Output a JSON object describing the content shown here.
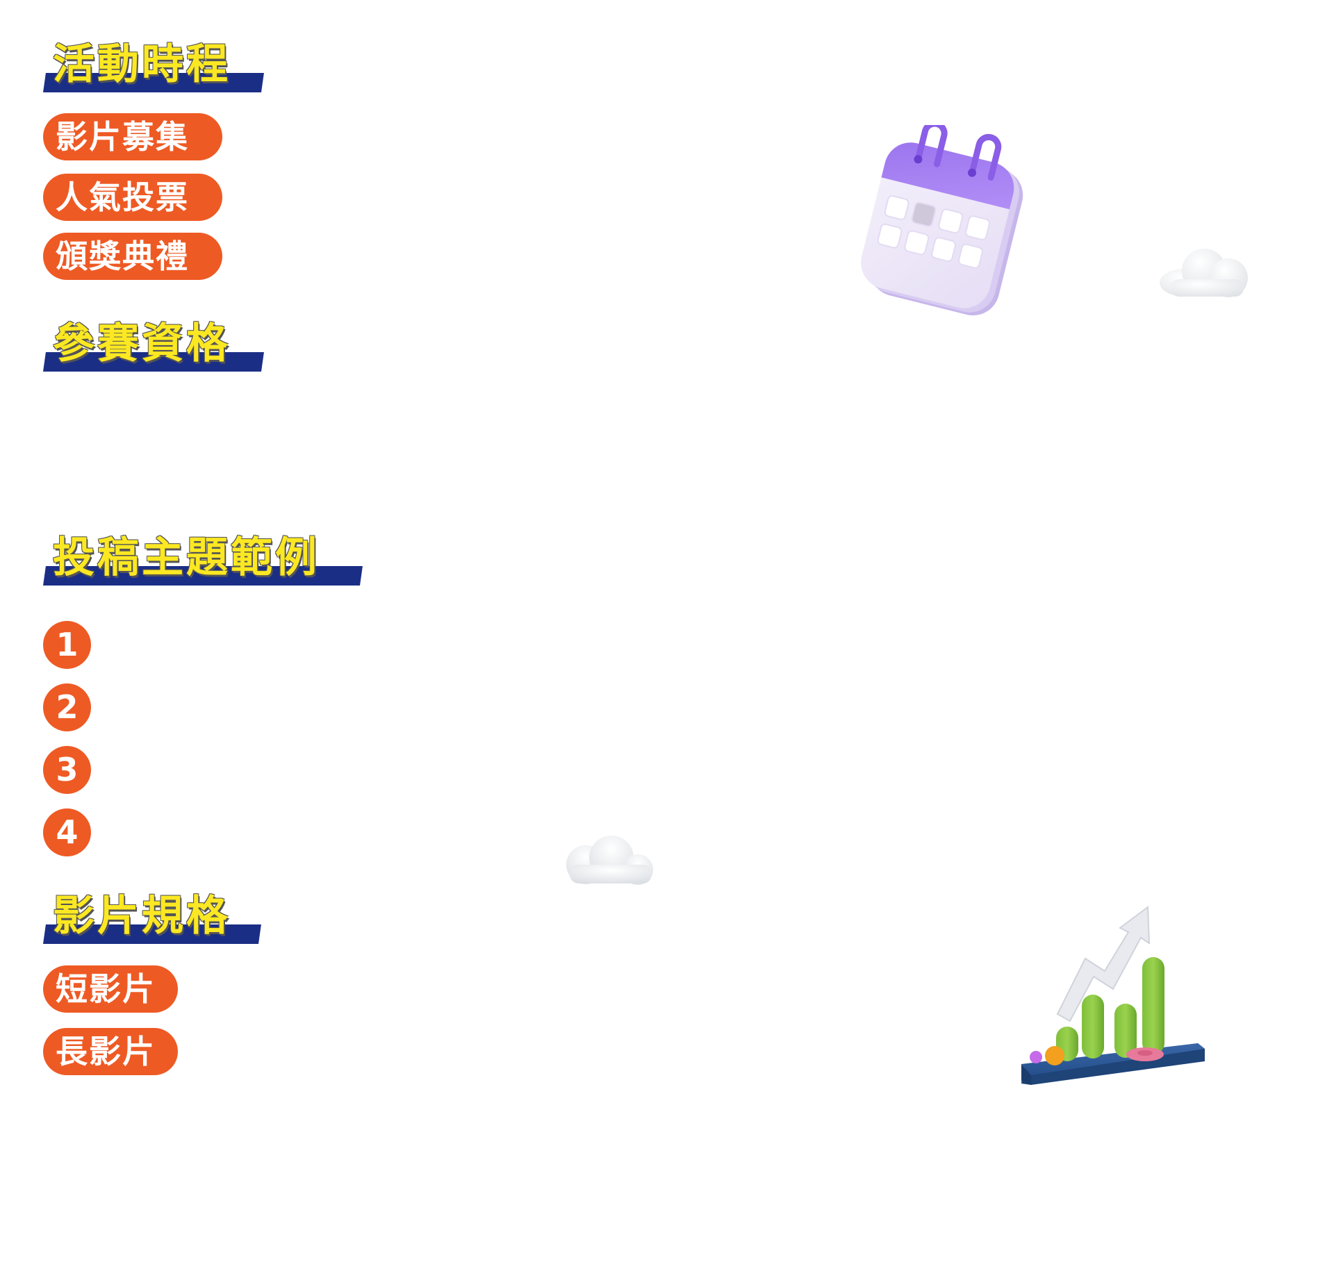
{
  "sections": {
    "schedule": {
      "title": "活動時程",
      "items": [
        "影片募集",
        "人氣投票",
        "頒獎典禮"
      ]
    },
    "eligibility": {
      "title": "參賽資格"
    },
    "topics": {
      "title": "投稿主題範例",
      "numbers": [
        "1",
        "2",
        "3",
        "4"
      ]
    },
    "specs": {
      "title": "影片規格",
      "items": [
        "短影片",
        "長影片"
      ]
    }
  },
  "illustrations": {
    "calendar": "calendar-icon",
    "cloud_top": "cloud-icon",
    "cloud_middle": "cloud-icon",
    "growth_chart": "bar-chart-growth-icon"
  },
  "colors": {
    "heading_text": "#fbe822",
    "heading_bar": "#1b2e86",
    "accent_orange": "#ee5a24",
    "calendar_purple": "#a57ef3",
    "chart_green": "#8cc63f",
    "chart_base": "#2f5a9a"
  }
}
